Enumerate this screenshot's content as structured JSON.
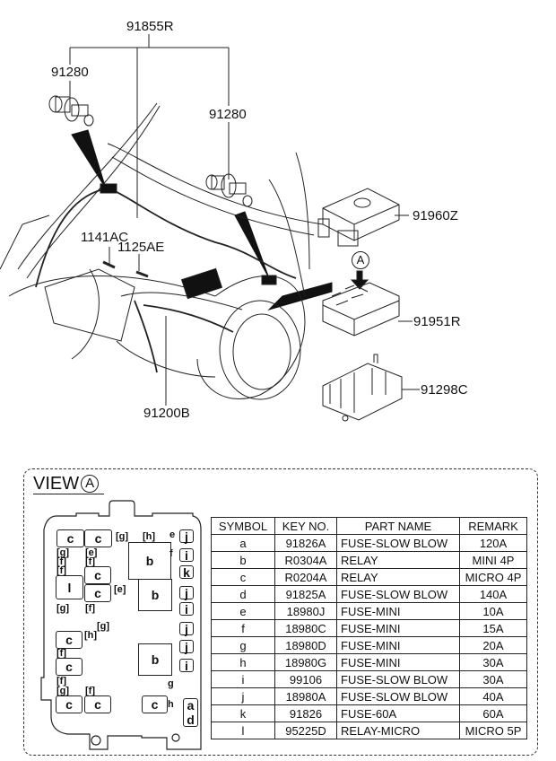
{
  "diagram": {
    "callouts": {
      "harness_main": "91855R",
      "grommet_left": "91280",
      "grommet_right": "91280",
      "bolt_a": "1141AC",
      "bolt_b": "1125AE",
      "front_harness": "91200B",
      "cover": "91960Z",
      "junction_block": "91951R",
      "bracket": "91298C"
    },
    "view_marker": "A"
  },
  "view": {
    "title": "VIEW",
    "marker": "A"
  },
  "fuse_box_layout": {
    "boxes": [
      {
        "id": "c1",
        "label": "c"
      },
      {
        "id": "c2",
        "label": "c"
      },
      {
        "id": "l1",
        "label": "l"
      },
      {
        "id": "c3",
        "label": "c"
      },
      {
        "id": "c4",
        "label": "c"
      },
      {
        "id": "b1",
        "label": "b"
      },
      {
        "id": "b2",
        "label": "b"
      },
      {
        "id": "c5",
        "label": "c"
      },
      {
        "id": "c6",
        "label": "c"
      },
      {
        "id": "b3",
        "label": "b"
      },
      {
        "id": "c7",
        "label": "c"
      },
      {
        "id": "c8",
        "label": "c"
      },
      {
        "id": "c9",
        "label": "c"
      },
      {
        "id": "j1",
        "label": "j"
      },
      {
        "id": "i1",
        "label": "i"
      },
      {
        "id": "k1",
        "label": "k"
      },
      {
        "id": "j2",
        "label": "j"
      },
      {
        "id": "i2",
        "label": "i"
      },
      {
        "id": "j3",
        "label": "j"
      },
      {
        "id": "j4",
        "label": "j"
      },
      {
        "id": "i3",
        "label": "i"
      },
      {
        "id": "ad",
        "label_top": "a",
        "label_bottom": "d"
      }
    ],
    "mini_fuses": [
      {
        "id": "m1",
        "label": "g"
      },
      {
        "id": "m2",
        "label": "h"
      },
      {
        "id": "m3",
        "label": "e"
      },
      {
        "id": "m4",
        "label": "g"
      },
      {
        "id": "m5",
        "label": "e"
      },
      {
        "id": "m6",
        "label": "f"
      },
      {
        "id": "m7",
        "label": "f"
      },
      {
        "id": "m8",
        "label": "f"
      },
      {
        "id": "m9",
        "label": "f"
      },
      {
        "id": "m10",
        "label": "e"
      },
      {
        "id": "m11",
        "label": "g"
      },
      {
        "id": "m12",
        "label": "f"
      },
      {
        "id": "m13",
        "label": "g"
      },
      {
        "id": "m14",
        "label": "h"
      },
      {
        "id": "m15",
        "label": "f"
      },
      {
        "id": "m16",
        "label": "g"
      },
      {
        "id": "m17",
        "label": "f"
      },
      {
        "id": "m18",
        "label": "g"
      },
      {
        "id": "m19",
        "label": "h"
      }
    ]
  },
  "parts_table": {
    "headers": [
      "SYMBOL",
      "KEY NO.",
      "PART NAME",
      "REMARK"
    ],
    "rows": [
      {
        "symbol": "a",
        "key_no": "91826A",
        "part_name": "FUSE-SLOW BLOW",
        "remark": "120A"
      },
      {
        "symbol": "b",
        "key_no": "R0304A",
        "part_name": "RELAY",
        "remark": "MINI 4P"
      },
      {
        "symbol": "c",
        "key_no": "R0204A",
        "part_name": "RELAY",
        "remark": "MICRO 4P"
      },
      {
        "symbol": "d",
        "key_no": "91825A",
        "part_name": "FUSE-SLOW BLOW",
        "remark": "140A"
      },
      {
        "symbol": "e",
        "key_no": "18980J",
        "part_name": "FUSE-MINI",
        "remark": "10A"
      },
      {
        "symbol": "f",
        "key_no": "18980C",
        "part_name": "FUSE-MINI",
        "remark": "15A"
      },
      {
        "symbol": "g",
        "key_no": "18980D",
        "part_name": "FUSE-MINI",
        "remark": "20A"
      },
      {
        "symbol": "h",
        "key_no": "18980G",
        "part_name": "FUSE-MINI",
        "remark": "30A"
      },
      {
        "symbol": "i",
        "key_no": "99106",
        "part_name": "FUSE-SLOW BLOW",
        "remark": "30A"
      },
      {
        "symbol": "j",
        "key_no": "18980A",
        "part_name": "FUSE-SLOW BLOW",
        "remark": "40A"
      },
      {
        "symbol": "k",
        "key_no": "91826",
        "part_name": "FUSE-60A",
        "remark": "60A"
      },
      {
        "symbol": "l",
        "key_no": "95225D",
        "part_name": "RELAY-MICRO",
        "remark": "MICRO 5P"
      }
    ]
  }
}
